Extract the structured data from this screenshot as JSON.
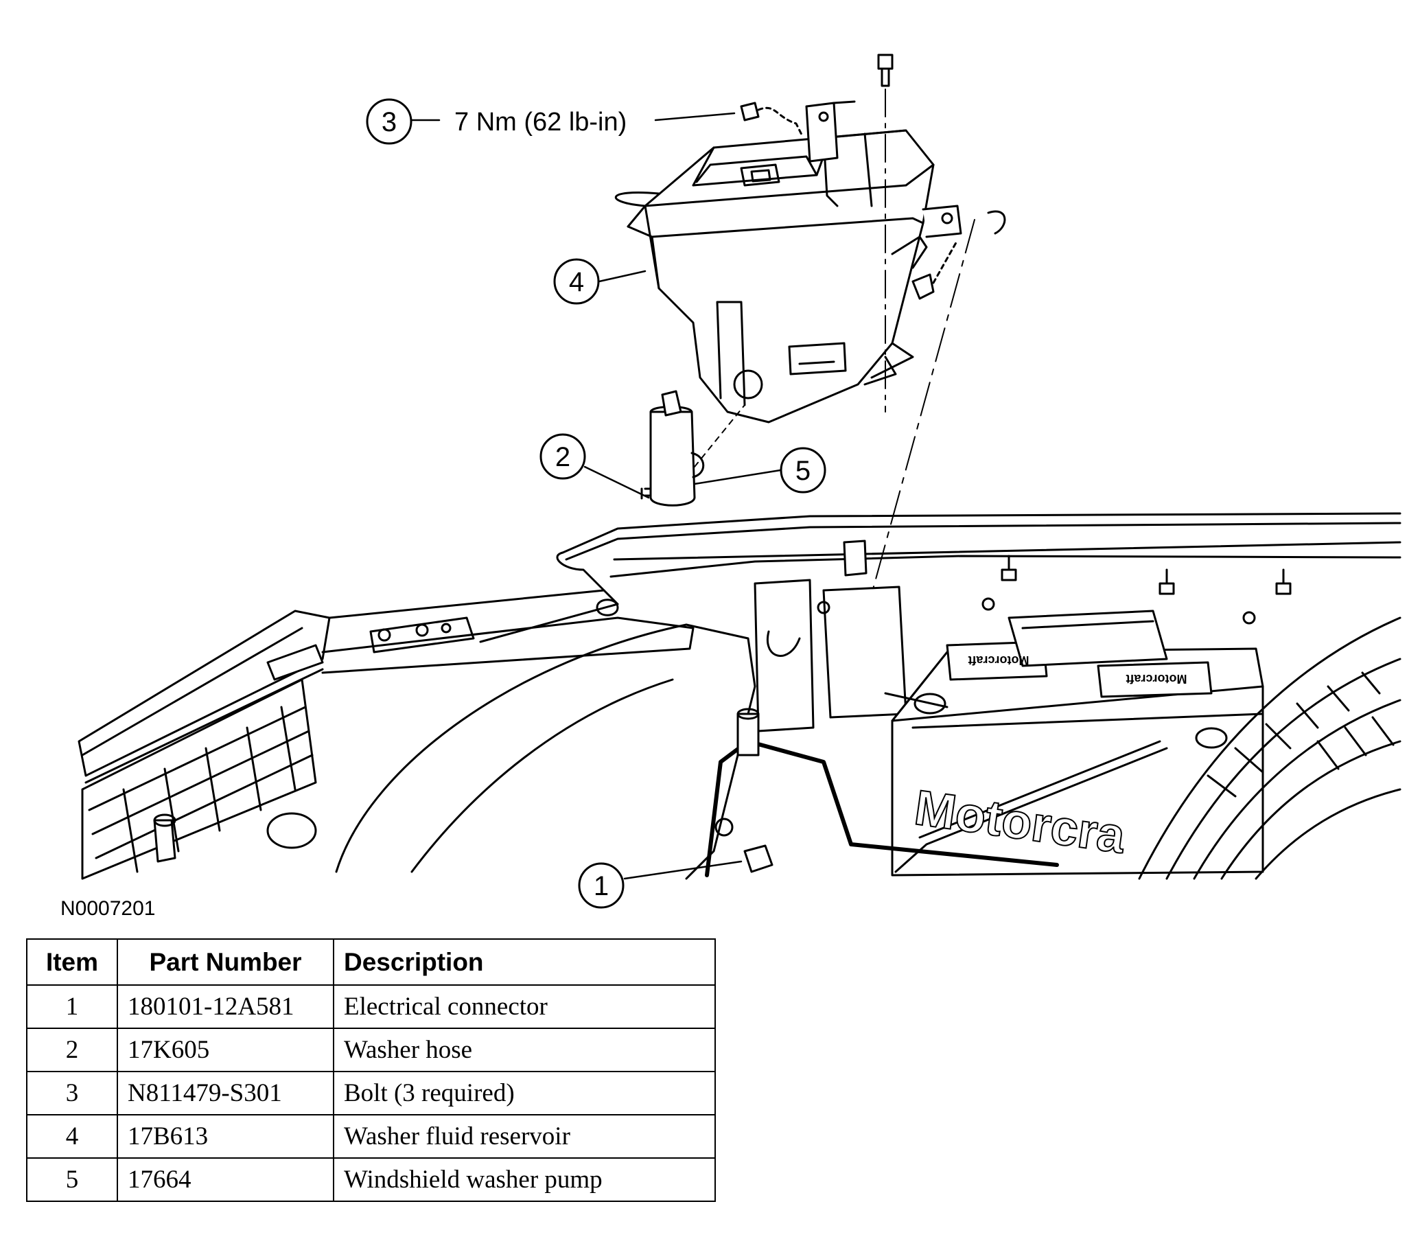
{
  "figure": {
    "id": "N0007201",
    "torque_note": "7 Nm (62 lb-in)",
    "callouts": [
      "1",
      "2",
      "3",
      "4",
      "5"
    ],
    "battery_brand_label": "Motorcraft",
    "battery_side_text": "Motorcra"
  },
  "table": {
    "headers": [
      "Item",
      "Part Number",
      "Description"
    ],
    "rows": [
      {
        "item": "1",
        "part_number": "180101-12A581",
        "description": "Electrical connector"
      },
      {
        "item": "2",
        "part_number": "17K605",
        "description": "Washer hose"
      },
      {
        "item": "3",
        "part_number": "N811479-S301",
        "description": "Bolt (3 required)"
      },
      {
        "item": "4",
        "part_number": "17B613",
        "description": "Washer fluid reservoir"
      },
      {
        "item": "5",
        "part_number": "17664",
        "description": "Windshield washer pump"
      }
    ]
  }
}
